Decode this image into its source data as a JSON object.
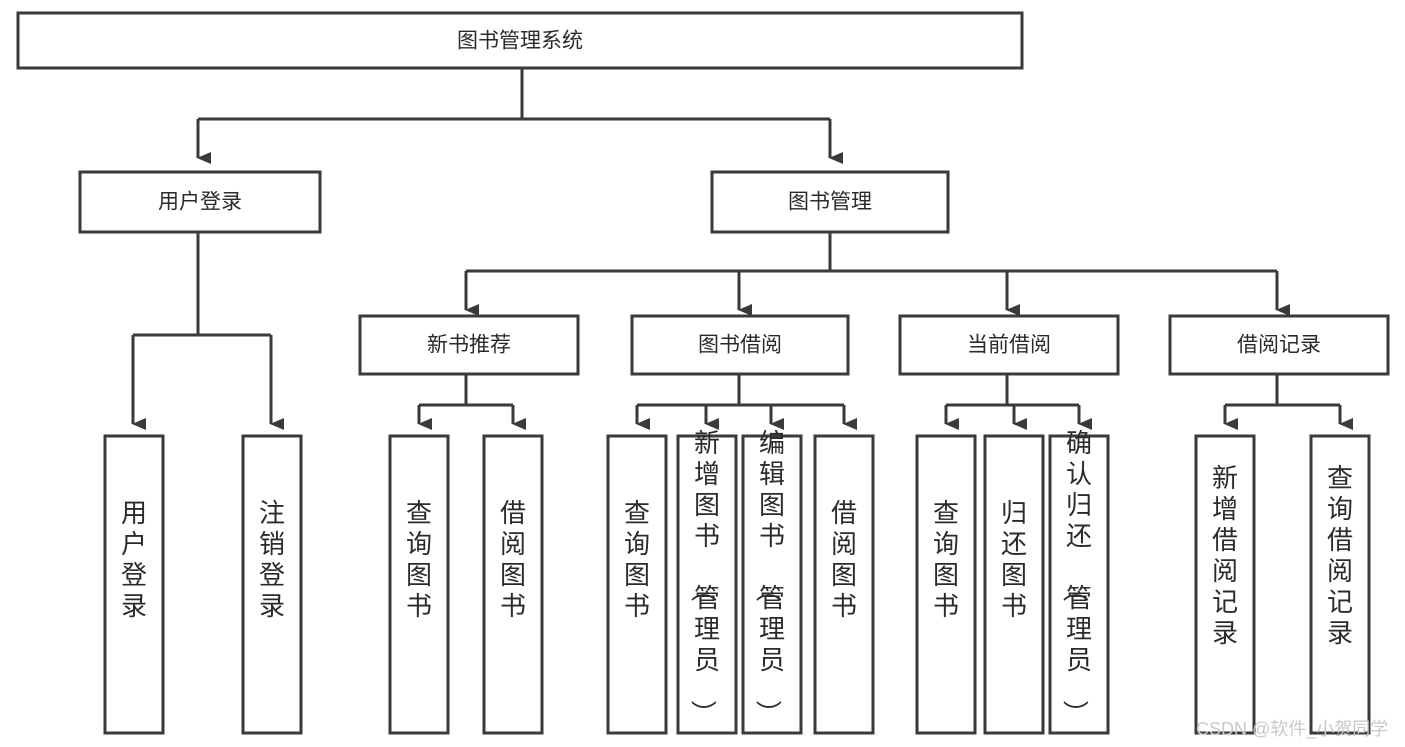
{
  "diagram": {
    "type": "tree-hierarchy",
    "title": "图书管理系统",
    "watermark": "CSDN @软件_小贺同学",
    "colors": {
      "stroke": "#3a3a3a",
      "fill": "#ffffff",
      "text": "#2b2b2b",
      "watermark": "#c9c9c9"
    },
    "nodes": {
      "root": {
        "label": "图书管理系统"
      },
      "level1": [
        {
          "label": "用户登录"
        },
        {
          "label": "图书管理"
        }
      ],
      "level2": [
        {
          "label": "新书推荐"
        },
        {
          "label": "图书借阅"
        },
        {
          "label": "当前借阅"
        },
        {
          "label": "借阅记录"
        }
      ],
      "leaves": {
        "user_login": [
          {
            "label": "用户登录"
          },
          {
            "label": "注销登录"
          }
        ],
        "new_book_recommend": [
          {
            "label": "查询图书"
          },
          {
            "label": "借阅图书"
          }
        ],
        "book_borrow": [
          {
            "label": "查询图书"
          },
          {
            "label": "新增图书（管理员）"
          },
          {
            "label": "编辑图书（管理员）"
          },
          {
            "label": "借阅图书"
          }
        ],
        "current_borrow": [
          {
            "label": "查询图书"
          },
          {
            "label": "归还图书"
          },
          {
            "label": "确认归还（管理员）"
          }
        ],
        "borrow_records": [
          {
            "label": "新增借阅记录"
          },
          {
            "label": "查询借阅记录"
          }
        ]
      }
    }
  }
}
